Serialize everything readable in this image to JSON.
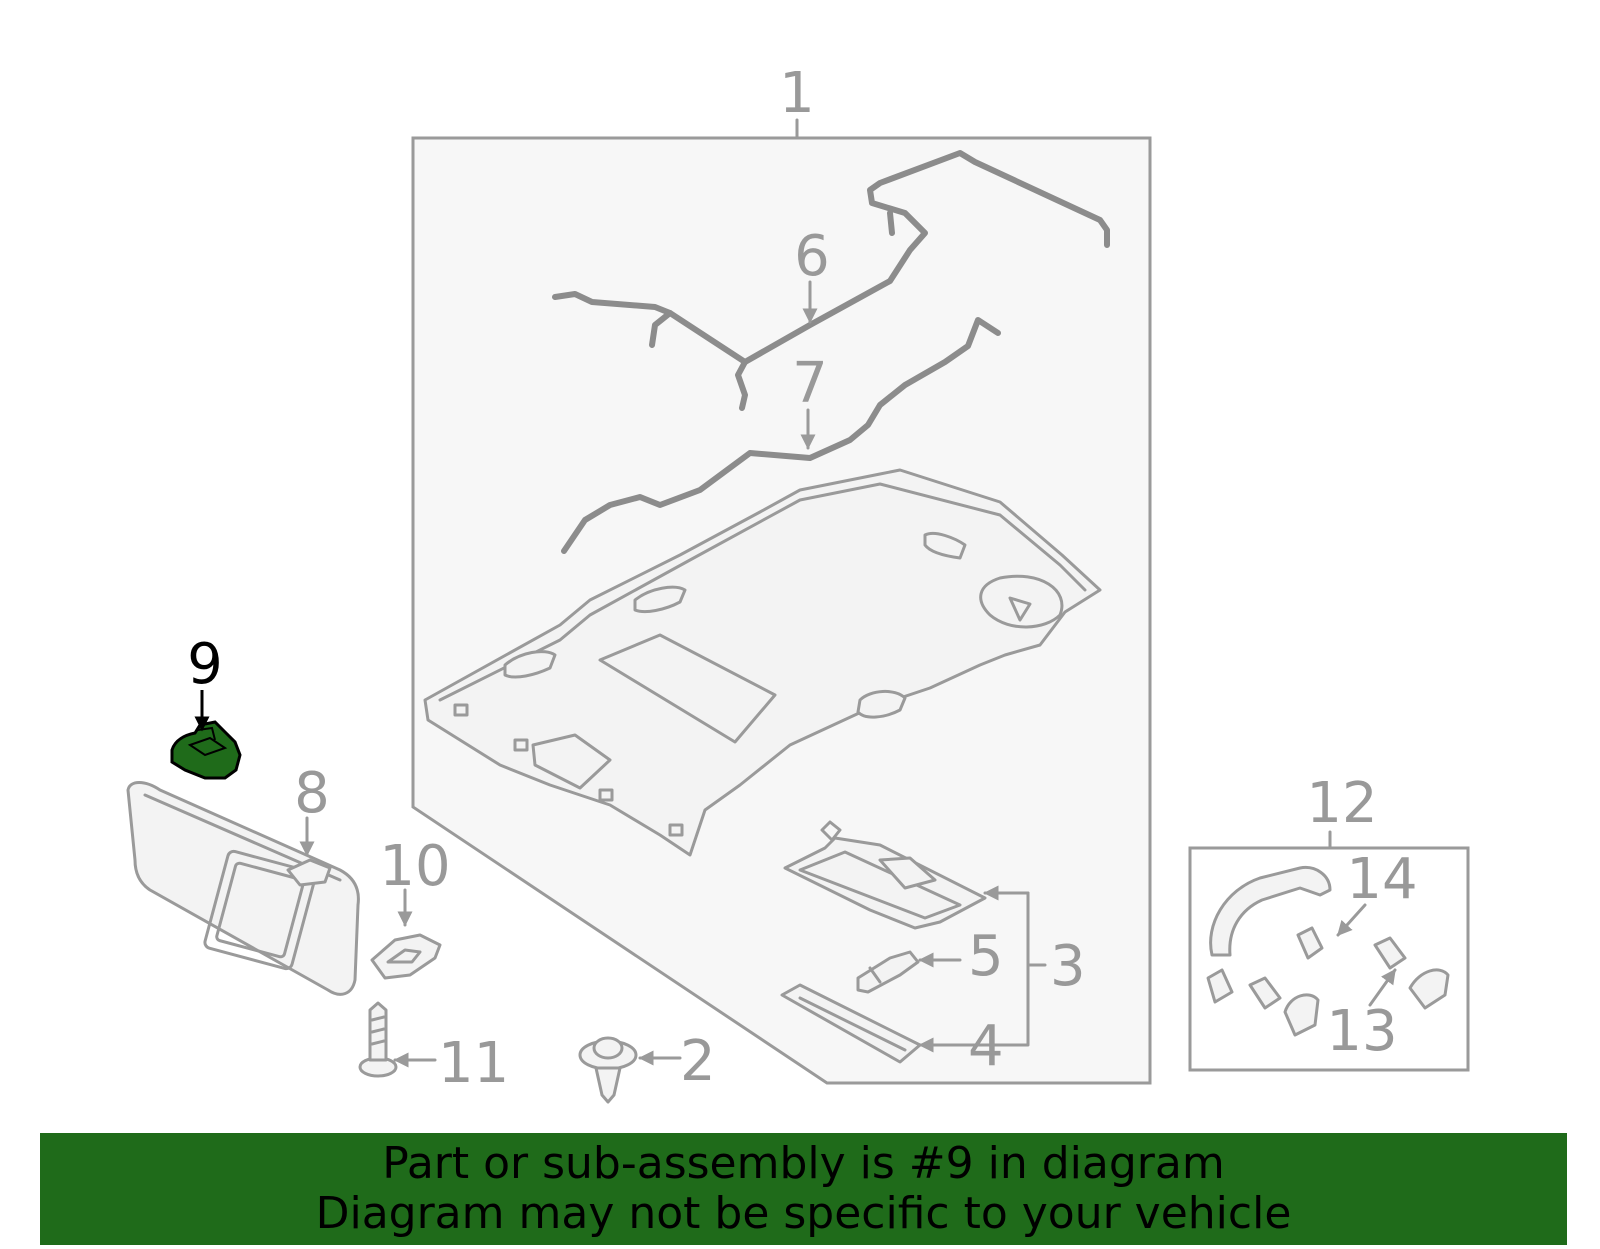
{
  "diagram": {
    "highlight_color": "#1f6b1a",
    "line_color": "#9a9a9a",
    "callouts": {
      "c1": "1",
      "c2": "2",
      "c3": "3",
      "c4": "4",
      "c5": "5",
      "c6": "6",
      "c7": "7",
      "c8": "8",
      "c9": "9",
      "c10": "10",
      "c11": "11",
      "c12": "12",
      "c13": "13",
      "c14": "14"
    },
    "highlighted_part": "9"
  },
  "banner": {
    "line1": "Part or sub-assembly is #9 in diagram",
    "line2": "Diagram may not be specific to your vehicle"
  }
}
